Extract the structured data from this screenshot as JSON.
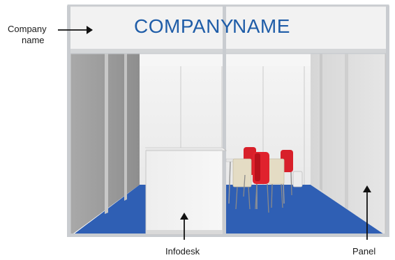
{
  "fascia": {
    "text_left": "COMPANY",
    "text_right": "NAME",
    "text_color": "#1f5da8"
  },
  "labels": {
    "company_line1": "Company",
    "company_line2": "name",
    "infodesk": "Infodesk",
    "panel": "Panel"
  },
  "icons": {
    "pointer": "arrow-icon"
  },
  "colors": {
    "floor": "#2f5fb4",
    "panel_light": "#ececec",
    "panel_dark": "#9a9a9a",
    "frame": "#c9ccd0",
    "chair": "#d8202a",
    "chair_back": "#e4dcc4"
  }
}
